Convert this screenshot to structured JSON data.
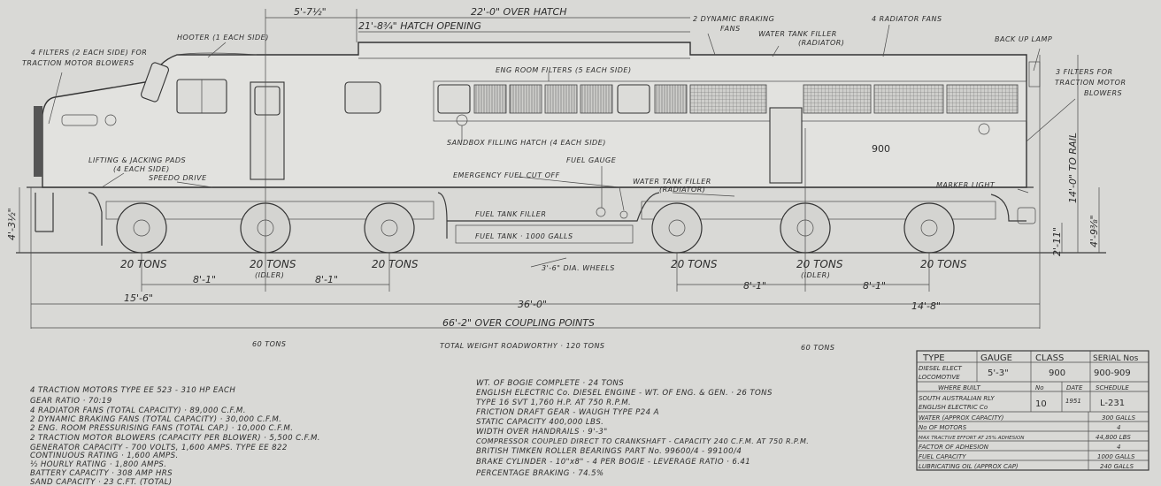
{
  "labels": {
    "hooter": "HOOTER (1 EACH SIDE)",
    "filters_front_1": "4 FILTERS (2 EACH SIDE) FOR",
    "filters_front_2": "TRACTION MOTOR BLOWERS",
    "dyn_brake_1": "2 DYNAMIC BRAKING",
    "dyn_brake_2": "FANS",
    "water_filler_top_1": "WATER TANK FILLER",
    "water_filler_top_2": "(RADIATOR)",
    "radiator_fans": "4 RADIATOR FANS",
    "back_up_lamp": "BACK UP LAMP",
    "filters_rear_1": "3 FILTERS FOR",
    "filters_rear_2": "TRACTION MOTOR",
    "filters_rear_3": "BLOWERS",
    "eng_room_filters": "ENG ROOM FILTERS (5 EACH SIDE)",
    "sandbox": "SANDBOX FILLING HATCH (4 EACH SIDE)",
    "number": "900",
    "fuel_gauge": "FUEL GAUGE",
    "emergency_cut_off": "EMERGENCY FUEL CUT OFF",
    "lifting_1": "LIFTING & JACKING PADS",
    "lifting_2": "(4 EACH SIDE)",
    "speedo": "SPEEDO DRIVE",
    "water_filler_low_1": "WATER TANK FILLER",
    "water_filler_low_2": "(RADIATOR)",
    "fuel_tank_filler": "FUEL TANK FILLER",
    "fuel_tank": "FUEL TANK · 1000 GALLS",
    "wheels": "3'-6\" DIA. WHEELS",
    "marker_light": "MARKER LIGHT"
  },
  "dimensions": {
    "hooter_offset": "5'-7½\"",
    "over_hatch": "22'-0\" OVER HATCH",
    "hatch_opening": "21'-8¾\" HATCH OPENING",
    "height_to_rail": "14'-0\" TO RAIL",
    "front_buffer_height": "4'-3½\"",
    "rear_height_a": "2'-11\"",
    "rear_height_b": "4'-9⅜\"",
    "axle_spacing": "8'-1\"",
    "front_overhang": "15'-6\"",
    "bogie_centres": "36'-0\"",
    "rear_overhang": "14'-8\"",
    "over_coupling": "66'-2\" OVER COUPLING POINTS"
  },
  "weights": {
    "axle": "20 TONS",
    "idler": "(IDLER)",
    "bogie": "60 TONS",
    "total": "TOTAL WEIGHT ROADWORTHY · 120 TONS"
  },
  "notes_left": [
    "4 TRACTION MOTORS TYPE EE 523 - 310 HP EACH",
    "GEAR RATIO · 70:19",
    "4 RADIATOR FANS (TOTAL CAPACITY) · 89,000 C.F.M.",
    "2 DYNAMIC BRAKING FANS (TOTAL CAPACITY) · 30,000 C.F.M.",
    "2 ENG. ROOM PRESSURISING FANS (TOTAL CAP.) · 10,000 C.F.M.",
    "2 TRACTION MOTOR BLOWERS (CAPACITY PER BLOWER) · 5,500 C.F.M.",
    "GENERATOR CAPACITY - 700 VOLTS, 1,600 AMPS. TYPE EE 822",
    "CONTINUOUS RATING · 1,600 AMPS.",
    "½ HOURLY RATING · 1,800 AMPS.",
    "BATTERY CAPACITY · 308 AMP HRS",
    "SAND CAPACITY · 23 C.FT. (TOTAL)"
  ],
  "notes_right": [
    "WT. OF BOGIE COMPLETE · 24 TONS",
    "ENGLISH ELECTRIC Co. DIESEL ENGINE - WT. OF ENG. & GEN. · 26 TONS",
    "TYPE 16 SVT 1,760 H.P. AT 750 R.P.M.",
    "FRICTION DRAFT GEAR - WAUGH TYPE P24 A",
    "STATIC CAPACITY 400,000 LBS.",
    "WIDTH OVER HANDRAILS · 9'-3\"",
    "COMPRESSOR COUPLED DIRECT TO CRANKSHAFT - CAPACITY 240 C.F.M. AT 750 R.P.M.",
    "BRITISH TIMKEN ROLLER BEARINGS PART No. 99600/4 - 99100/4",
    "BRAKE CYLINDER - 10\"x8\" - 4 PER BOGIE - LEVERAGE RATIO · 6.41",
    "PERCENTAGE BRAKING · 74.5%"
  ],
  "table": {
    "h_type": "TYPE",
    "h_gauge": "GAUGE",
    "h_class": "CLASS",
    "h_serial": "SERIAL Nos",
    "type_1": "DIESEL ELECT",
    "type_2": "LOCOMOTIVE",
    "gauge": "5'-3\"",
    "class": "900",
    "serial": "900-909",
    "h_where": "WHERE BUILT",
    "h_no": "No",
    "h_date": "DATE",
    "h_schedule": "SCHEDULE",
    "where_1": "SOUTH AUSTRALIAN RLY",
    "where_2": "ENGLISH ELECTRIC Co",
    "no": "10",
    "date": "1951",
    "schedule": "L-231",
    "rows": [
      {
        "label": "WATER (APPROX CAPACITY)",
        "value": "300 GALLS"
      },
      {
        "label": "No OF MOTORS",
        "value": "4"
      },
      {
        "label": "MAX TRACTIVE EFFORT AT 25% ADHESION",
        "value": "44,800 LBS"
      },
      {
        "label": "FACTOR OF ADHESION",
        "value": "4"
      },
      {
        "label": "FUEL CAPACITY",
        "value": "1000 GALLS"
      },
      {
        "label": "LUBRICATING OIL (APPROX CAP)",
        "value": "240 GALLS"
      }
    ]
  }
}
